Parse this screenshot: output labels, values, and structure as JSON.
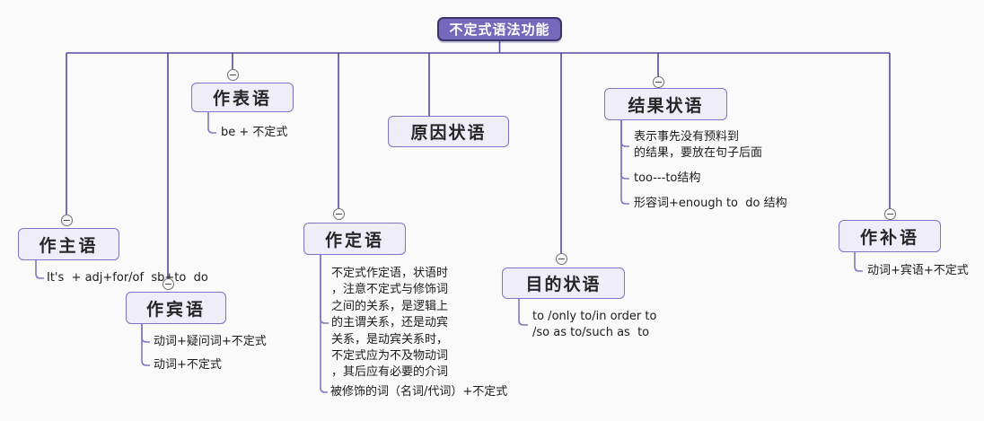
{
  "diagram": {
    "title": "不定式语法功能 mind map",
    "accent_color": "#7668bc",
    "line_color": "#544b9e",
    "root": {
      "label": "不定式语法功能"
    },
    "nodes": [
      {
        "label": "作主语",
        "children": [
          "It's  + adj+for/of  sb+to  do"
        ]
      },
      {
        "label": "作表语",
        "children": [
          "be + 不定式"
        ]
      },
      {
        "label": "作宾语",
        "children": [
          "动词+疑问词+不定式",
          "动词+不定式"
        ]
      },
      {
        "label": "作定语",
        "children": [
          "不定式作定语，状语时\n，注意不定式与修饰词\n之间的关系，是逻辑上\n的主谓关系，还是动宾\n关系，是动宾关系时，\n不定式应为不及物动词\n，其后应有必要的介词",
          "被修饰的词（名词/代词）+不定式"
        ]
      },
      {
        "label": "原因状语",
        "children": []
      },
      {
        "label": "目的状语",
        "children": [
          "to /only to/in order to\n/so as to/such as  to"
        ]
      },
      {
        "label": "结果状语",
        "children": [
          "表示事先没有预料到\n的结果，要放在句子后面",
          "too---to结构",
          "形容词+enough to  do 结构"
        ]
      },
      {
        "label": "作补语",
        "children": [
          "动词+宾语+不定式"
        ]
      }
    ]
  }
}
